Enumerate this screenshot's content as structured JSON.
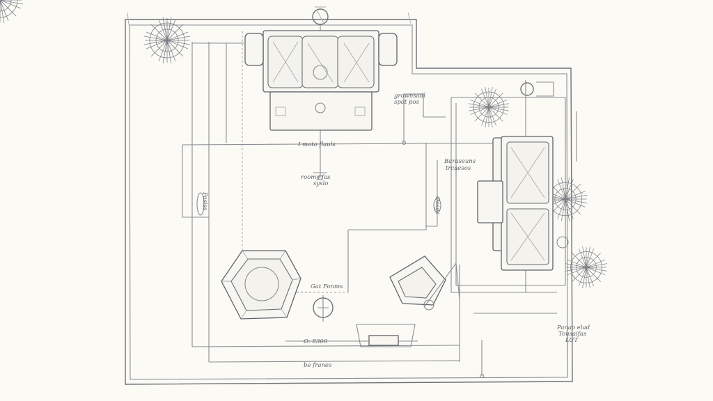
{
  "labels": {
    "living_zone": "I moto flauls",
    "center_note_1": "roomy fas",
    "center_note_2": "syslo",
    "top_right_note_1": "grownsadl",
    "top_right_note_2": "spot pos",
    "right_note_1": "Baraseuns",
    "right_note_2": "trcaesos",
    "vertical_left": "Pasiss",
    "vertical_mid": "Ossgs",
    "seat_zone": "Gat Fonms",
    "dimension_1": "O: 8300",
    "dimension_2": "be franes",
    "bottom_right_note_1": "Panao elad",
    "bottom_right_note_2": "Tousaifas",
    "bottom_right_note_3": "LUT"
  }
}
